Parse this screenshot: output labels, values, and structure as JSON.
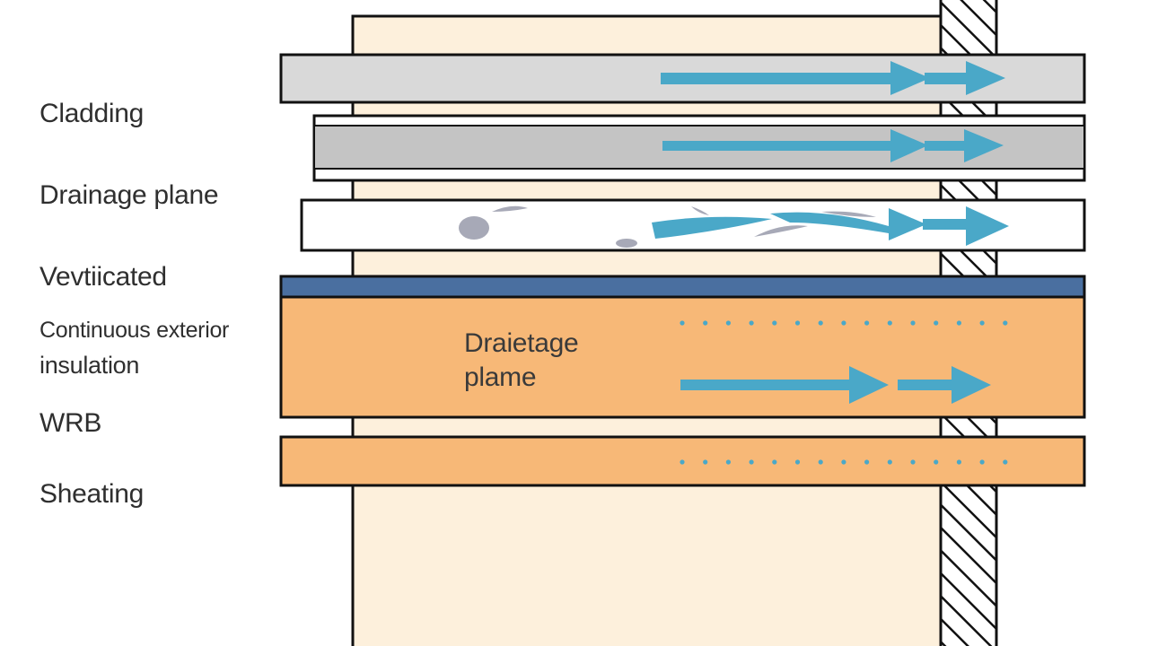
{
  "labels": {
    "cladding": "Cladding",
    "drainage_plane": "Drainage plane",
    "ventilated": "Vevtiicated",
    "insulation_line1": "Continuous exterior",
    "insulation_line2": "insulation",
    "wrb": "WRB",
    "sheathing": "Sheating"
  },
  "inline_label": {
    "line1": "Draietage",
    "line2": "plame"
  },
  "colors": {
    "stud": "#fdf0dc",
    "cladding": "#d9d9d9",
    "drainage": "#c4c4c4",
    "cavity": "#ffffff",
    "wrb": "#4a6fa0",
    "insulation": "#f7b877",
    "sheathing": "#f7b877",
    "arrow": "#4aa8c8",
    "outline": "#111111"
  }
}
